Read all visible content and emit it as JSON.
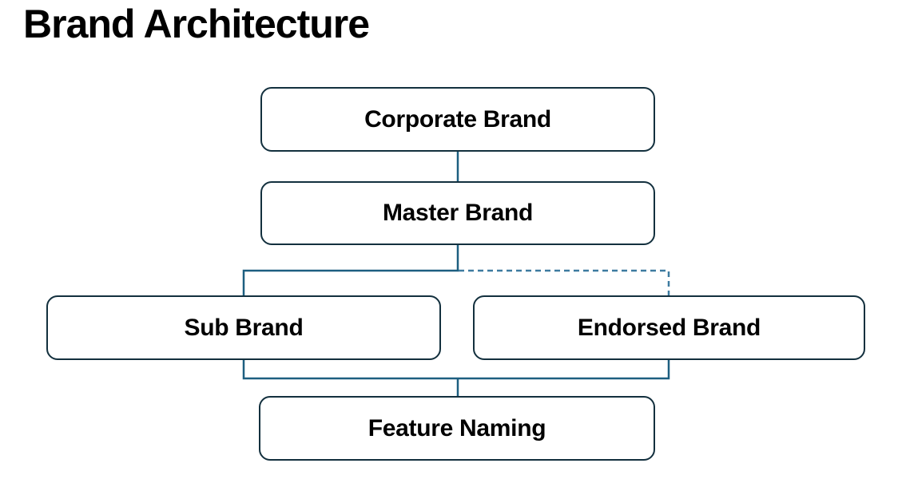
{
  "page": {
    "title": "Brand Architecture"
  },
  "diagram": {
    "nodes": [
      {
        "id": "corporate-brand",
        "label": "Corporate Brand"
      },
      {
        "id": "master-brand",
        "label": "Master Brand"
      },
      {
        "id": "sub-brand",
        "label": "Sub Brand"
      },
      {
        "id": "endorsed-brand",
        "label": "Endorsed Brand"
      },
      {
        "id": "feature-naming",
        "label": "Feature Naming"
      }
    ],
    "edges": [
      {
        "from": "Corporate Brand",
        "to": "Master Brand",
        "style": "solid"
      },
      {
        "from": "Master Brand",
        "to": "Sub Brand",
        "style": "solid"
      },
      {
        "from": "Master Brand",
        "to": "Endorsed Brand",
        "style": "dashed"
      },
      {
        "from": "Sub Brand",
        "to": "Feature Naming",
        "style": "solid"
      },
      {
        "from": "Endorsed Brand",
        "to": "Feature Naming",
        "style": "solid"
      }
    ],
    "colors": {
      "background": "#ffffff",
      "title_text": "#000000",
      "node_fill": "#ffffff",
      "node_border": "#13303e",
      "node_text": "#000000",
      "edge_solid": "#1d5f80",
      "edge_dashed": "#3d7ba0"
    }
  }
}
